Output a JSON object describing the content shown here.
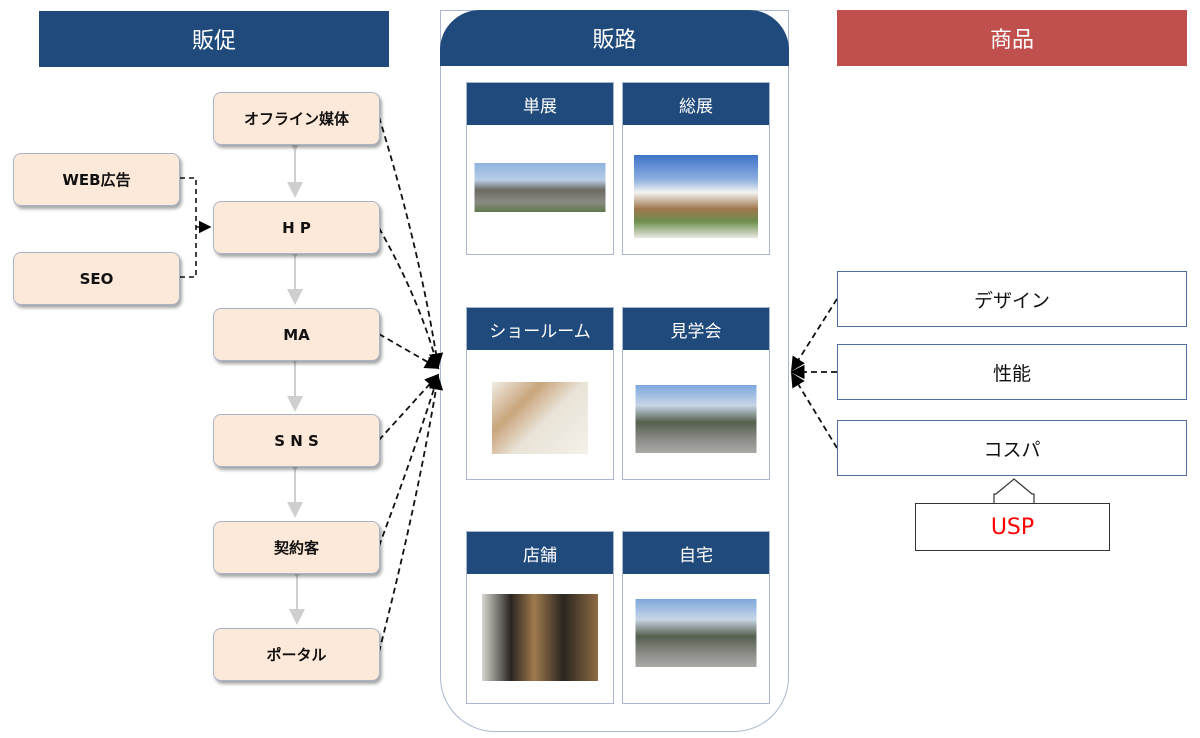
{
  "headers": {
    "promotion": "販促",
    "channel": "販路",
    "product": "商品"
  },
  "promotion": {
    "main_nodes": [
      "オフライン媒体",
      "H P",
      "MA",
      "S N S",
      "契約客",
      "ポータル"
    ],
    "side_nodes": [
      "WEB広告",
      "SEO"
    ]
  },
  "channels": [
    {
      "label": "単展",
      "image": "model-house-street-photo"
    },
    {
      "label": "総展",
      "image": "modern-house-photo"
    },
    {
      "label": "ショールーム",
      "image": "showroom-interior-photo"
    },
    {
      "label": "見学会",
      "image": "residential-street-photo"
    },
    {
      "label": "店舗",
      "image": "store-front-photo"
    },
    {
      "label": "自宅",
      "image": "residential-street-photo"
    }
  ],
  "product": {
    "items": [
      "デザイン",
      "性能",
      "コスパ"
    ],
    "usp": "USP"
  },
  "colors": {
    "header_blue": "#204a7c",
    "header_red": "#c0504d",
    "node_fill": "#fde9d9",
    "usp_text": "#ff0000"
  }
}
